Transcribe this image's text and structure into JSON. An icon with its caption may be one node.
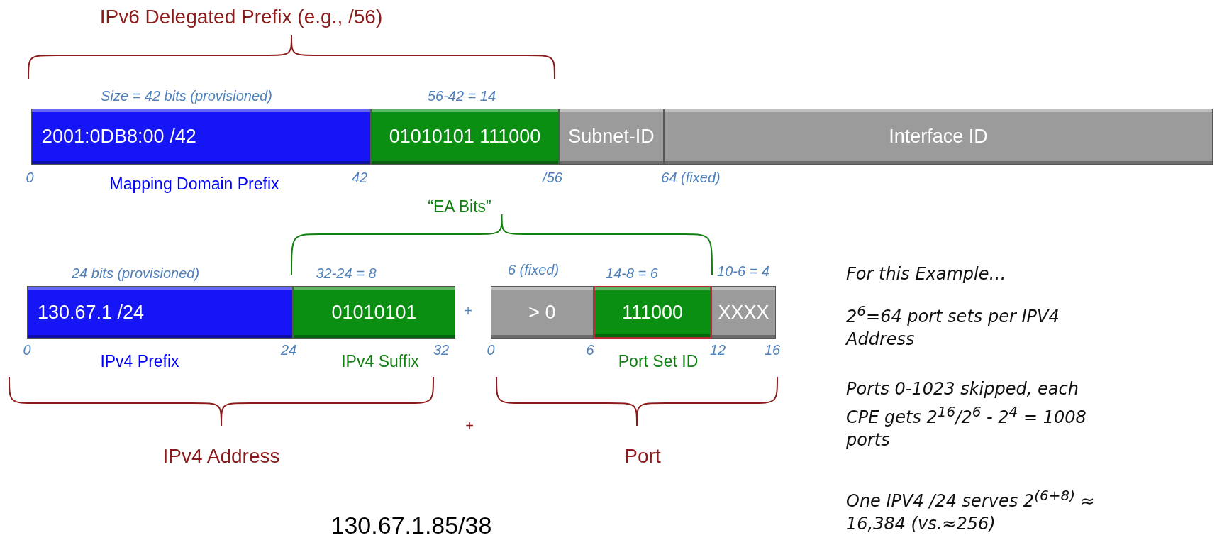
{
  "diagram": {
    "nodes": [
      {
        "text": [
          "2001:0DB8:00 /42"
        ]
      },
      {
        "text": [
          "01010101 111000"
        ]
      },
      {
        "text": [
          "Subnet-ID"
        ]
      },
      {
        "text": [
          "Interface ID"
        ]
      },
      {
        "text": [
          "130.67.1 /24"
        ]
      },
      {
        "text": [
          "01010101"
        ]
      },
      {
        "text": [
          "> 0"
        ]
      },
      {
        "text": [
          "111000"
        ]
      },
      {
        "text": [
          "XXXX"
        ]
      }
    ],
    "labels": [
      "IPv6 Delegated Prefix (e.g., /56)",
      "Size = 42 bits (provisioned)",
      "56-42 = 14",
      "0",
      "Mapping Domain Prefix",
      "42",
      "“EA Bits”",
      "/56",
      "64 (fixed)",
      "24 bits (provisioned)",
      "32-24 = 8",
      "6 (fixed)",
      "14-8 = 6",
      "10-6 = 4",
      "For this Example…",
      "2$^{6}$=64 port sets per IPV4 Address",
      "+",
      "0",
      "IPv4 Prefix",
      "24",
      "IPv4 Suffix",
      "32",
      "0",
      "6",
      "Port Set ID",
      "12",
      "16",
      "Ports 0-1023 skipped, each CPE gets 2$^{16}$/2$^{6}$ - 2$^{4}$ = 1008 ports",
      "+",
      "IPv4 Address",
      "Port",
      "One IPV4 /24 serves 2$^{(6+8)}$ ≈ 16,384 (vs.≈256)",
      "130.67.1.85/38"
    ]
  }
}
